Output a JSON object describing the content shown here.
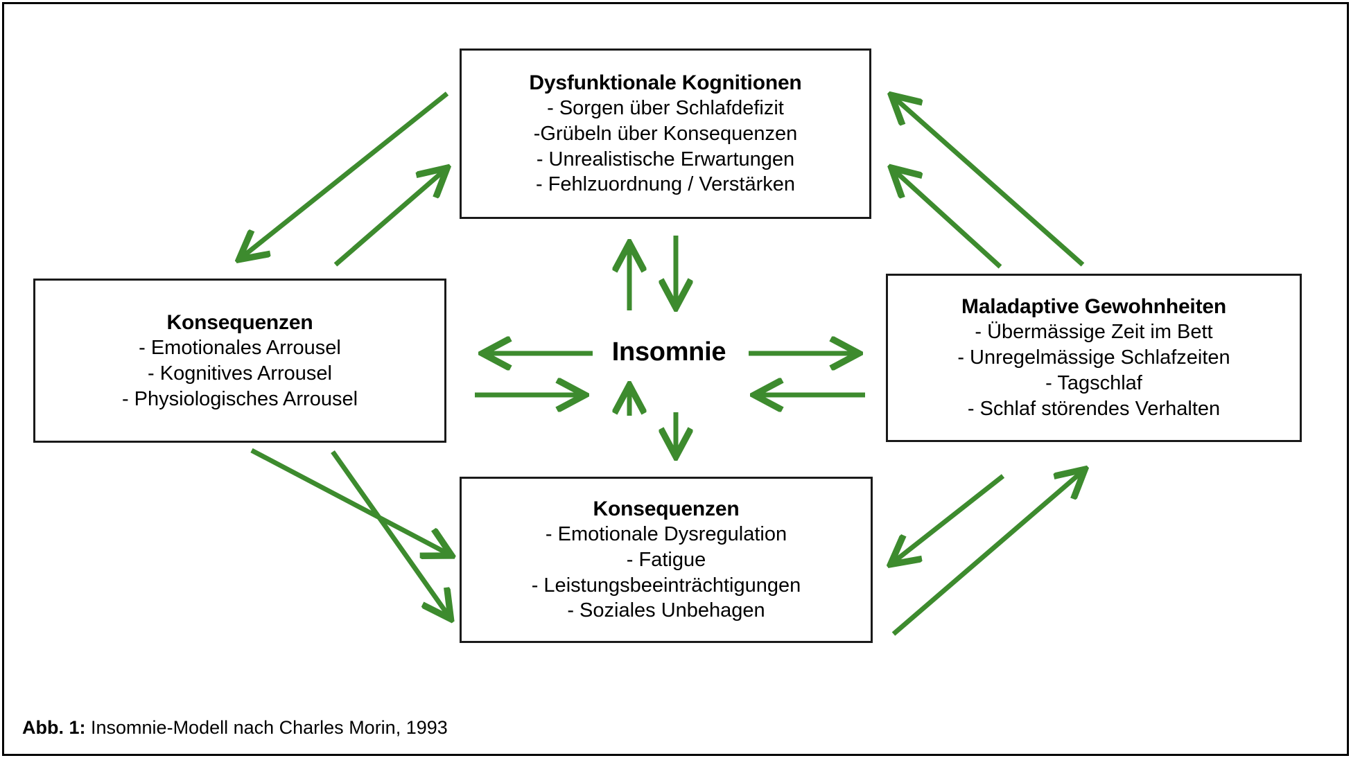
{
  "figure": {
    "caption_label": "Abb. 1:",
    "caption_text": "Insomnie-Modell nach Charles Morin, 1993",
    "center_label": "Insomnie",
    "arrow_color": "#3d8b2e",
    "box_border_color": "#1a1a1a",
    "text_color": "#000000",
    "background_color": "#ffffff"
  },
  "nodes": {
    "top": {
      "title": "Dysfunktionale Kognitionen",
      "items": [
        "- Sorgen über Schlafdefizit",
        "-Grübeln über Konsequenzen",
        "- Unrealistische Erwartungen",
        "- Fehlzuordnung / Verstärken"
      ]
    },
    "left": {
      "title": "Konsequenzen",
      "items": [
        "- Emotionales Arrousel",
        "- Kognitives Arrousel",
        "- Physiologisches Arrousel"
      ]
    },
    "right": {
      "title": "Maladaptive Gewohnheiten",
      "items": [
        "- Übermässige Zeit im Bett",
        "- Unregelmässige Schlafzeiten",
        "- Tagschlaf",
        "- Schlaf störendes Verhalten"
      ]
    },
    "bottom": {
      "title": "Konsequenzen",
      "items": [
        "- Emotionale Dysregulation",
        "- Fatigue",
        "- Leistungsbeeinträchtigungen",
        "- Soziales Unbehagen"
      ]
    }
  },
  "arrows": [
    {
      "name": "center-to-top",
      "from": "Insomnie",
      "to": "Dysfunktionale Kognitionen"
    },
    {
      "name": "top-to-center",
      "from": "Dysfunktionale Kognitionen",
      "to": "Insomnie"
    },
    {
      "name": "center-to-left",
      "from": "Insomnie",
      "to": "Konsequenzen (links)"
    },
    {
      "name": "left-to-center",
      "from": "Konsequenzen (links)",
      "to": "Insomnie"
    },
    {
      "name": "center-to-right",
      "from": "Insomnie",
      "to": "Maladaptive Gewohnheiten"
    },
    {
      "name": "right-to-center",
      "from": "Maladaptive Gewohnheiten",
      "to": "Insomnie"
    },
    {
      "name": "center-to-bottom",
      "from": "Insomnie",
      "to": "Konsequenzen (unten)"
    },
    {
      "name": "bottom-to-center",
      "from": "Konsequenzen (unten)",
      "to": "Insomnie"
    },
    {
      "name": "top-to-left-diagonal",
      "from": "Dysfunktionale Kognitionen",
      "to": "Konsequenzen (links)"
    },
    {
      "name": "left-to-top-diagonal",
      "from": "Konsequenzen (links)",
      "to": "Dysfunktionale Kognitionen"
    },
    {
      "name": "right-to-top-diagonal-a",
      "from": "Maladaptive Gewohnheiten",
      "to": "Dysfunktionale Kognitionen"
    },
    {
      "name": "right-to-top-diagonal-b",
      "from": "Maladaptive Gewohnheiten",
      "to": "Dysfunktionale Kognitionen"
    },
    {
      "name": "left-to-bottom-diagonal-a",
      "from": "Konsequenzen (links)",
      "to": "Konsequenzen (unten)"
    },
    {
      "name": "left-to-bottom-diagonal-b",
      "from": "Konsequenzen (links)",
      "to": "Konsequenzen (unten)"
    },
    {
      "name": "right-to-bottom-diagonal",
      "from": "Maladaptive Gewohnheiten",
      "to": "Konsequenzen (unten)"
    },
    {
      "name": "bottom-to-right-diagonal",
      "from": "Konsequenzen (unten)",
      "to": "Maladaptive Gewohnheiten"
    }
  ]
}
